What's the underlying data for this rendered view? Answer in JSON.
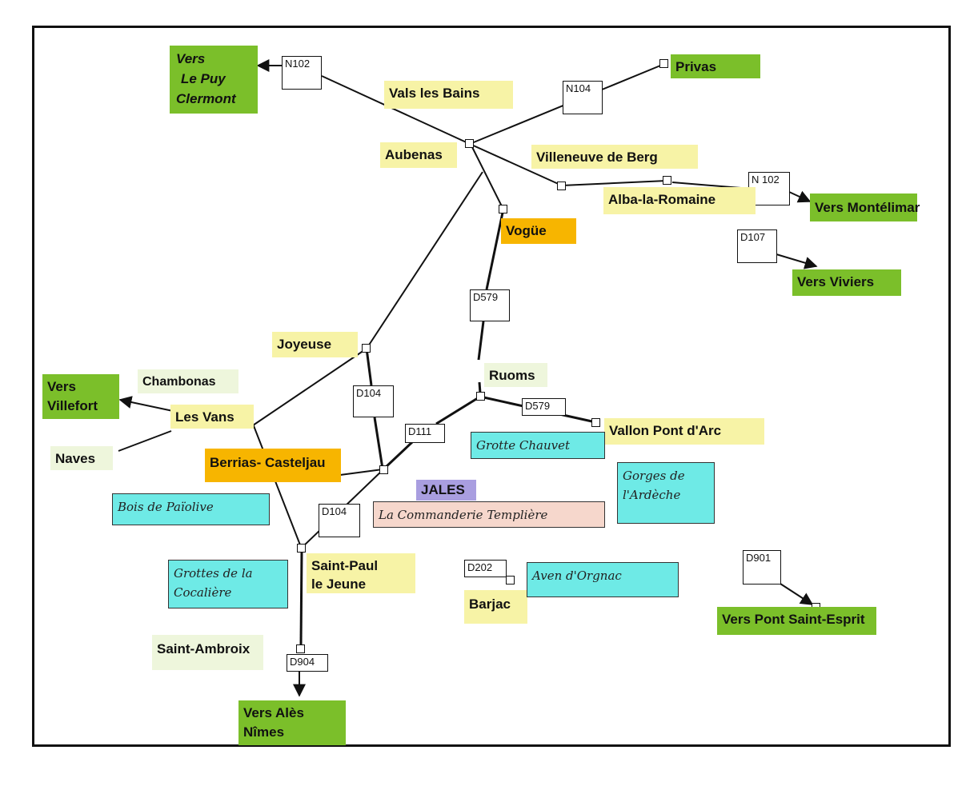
{
  "roads": {
    "n102_west": "N102",
    "n104": "N104",
    "n102_east": "N 102",
    "d107": "D107",
    "d579_north": "D579",
    "d579_east": "D579",
    "d104_north": "D104",
    "d111": "D111",
    "d104_south": "D104",
    "d202": "D202",
    "d901": "D901",
    "d904": "D904"
  },
  "destinations": {
    "le_puy": [
      "Vers",
      "Le Puy",
      "Clermont"
    ],
    "privas": "Privas",
    "montelimar": "Vers Montélimar",
    "viviers": "Vers Viviers",
    "villefort": [
      "Vers",
      "Villefort"
    ],
    "pont_saint_esprit": "Vers Pont Saint-Esprit",
    "ales_nimes": [
      "Vers Alès",
      "Nîmes"
    ]
  },
  "towns": {
    "vals_les_bains": "Vals les Bains",
    "aubenas": "Aubenas",
    "villeneuve_de_berg": "Villeneuve de Berg",
    "alba_la_romaine": "Alba-la-Romaine",
    "vogue": "Vogüe",
    "joyeuse": "Joyeuse",
    "ruoms": "Ruoms",
    "chambonas": "Chambonas",
    "les_vans": "Les Vans",
    "naves": "Naves",
    "berrias_casteljau": "Berrias- Casteljau",
    "vallon_pont_d_arc": "Vallon Pont d'Arc",
    "jales": "JALES",
    "saint_paul_le_jeune": [
      "Saint-Paul",
      "le Jeune"
    ],
    "barjac": "Barjac",
    "saint_ambroix": "Saint-Ambroix"
  },
  "sites": {
    "grotte_chauvet": "Grotte Chauvet",
    "gorges_ardeche": "Gorges de\nl'Ardèche",
    "commanderie": "La Commanderie Templière",
    "bois_paiolive": "Bois de Païolive",
    "grottes_cocaliere": "Grottes de la\nCocalière",
    "aven_orgnac": "Aven d'Orgnac"
  },
  "colors": {
    "destination": "#7bbf2a",
    "town": "#f7f3a6",
    "town_light": "#eef6dc",
    "highlight_orange": "#f7b500",
    "highlight_purple": "#a99ee0",
    "site": "#6eeae6",
    "commanderie": "#f6d7cc"
  }
}
